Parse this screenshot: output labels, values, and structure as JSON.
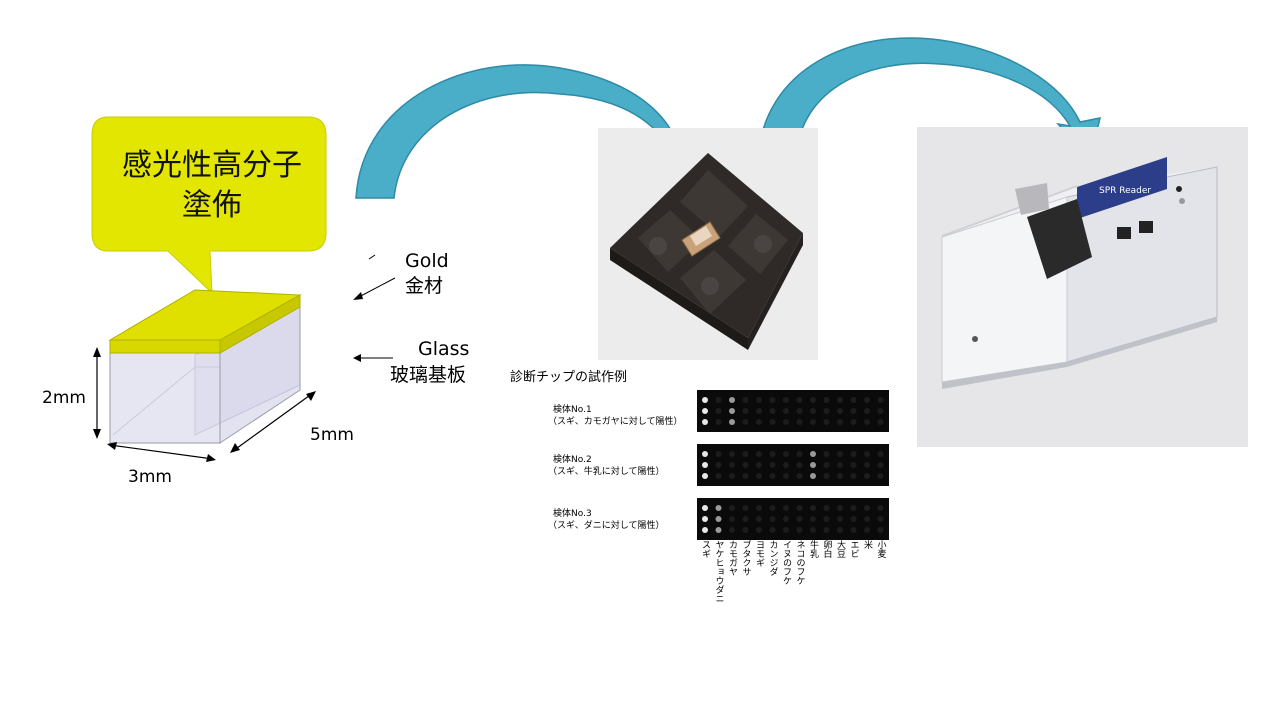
{
  "callout": {
    "line1": "感光性高分子",
    "line2": "塗佈",
    "color": "#e3e600"
  },
  "labels": {
    "gold_en": "Gold",
    "gold_jp": "金材",
    "glass_en": "Glass",
    "glass_jp": "玻璃基板"
  },
  "dimensions": {
    "height": "2mm",
    "width": "3mm",
    "depth": "5mm"
  },
  "chip_section": {
    "title": "診断チップの試作例",
    "samples": [
      {
        "name": "検体No.1",
        "desc": "（スギ、カモガヤに対して陽性）"
      },
      {
        "name": "検体No.2",
        "desc": "（スギ、牛乳に対して陽性）"
      },
      {
        "name": "検体No.3",
        "desc": "（スギ、ダニに対して陽性）"
      }
    ],
    "allergens": [
      "スギ",
      "ヤケヒョウダニ",
      "カモガヤ",
      "ブタクサ",
      "ヨモギ",
      "カンジダ",
      "イヌのフケ",
      "ネコのフケ",
      "牛乳",
      "卵白",
      "大豆",
      "エビ",
      "米",
      "小麦"
    ]
  },
  "device": {
    "brand": "SPR Reader"
  },
  "colors": {
    "arrow": "#4aaec8",
    "arrow_edge": "#2e8aa6",
    "gold": "#e0e000",
    "glass": "#d8d8ec"
  }
}
